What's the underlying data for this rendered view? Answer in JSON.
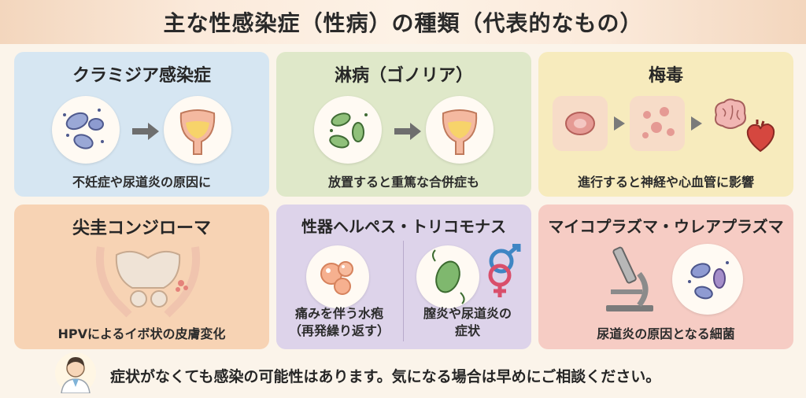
{
  "page": {
    "title": "主な性感染症（性病）の種類（代表的なもの）"
  },
  "cards": [
    {
      "title": "クラミジア感染症",
      "caption": "不妊症や尿道炎の原因に",
      "color": "#d6e6f2"
    },
    {
      "title": "淋病（ゴノリア）",
      "caption": "放置すると重篤な合併症も",
      "color": "#dfe8c9"
    },
    {
      "title": "梅毒",
      "caption": "進行すると神経や心血管に影響",
      "color": "#f7ebbd"
    },
    {
      "title": "尖圭コンジローマ",
      "caption": "HPVによるイボ状の皮膚変化",
      "color": "#f7d3b4"
    },
    {
      "title": "性器ヘルペス・トリコモナス",
      "caption_left_1": "痛みを伴う水疱",
      "caption_left_2": "（再発繰り返す）",
      "caption_right_1": "膣炎や尿道炎の",
      "caption_right_2": "症状",
      "color": "#ddd3ea"
    },
    {
      "title": "マイコプラズマ・ウレアプラズマ",
      "caption": "尿道炎の原因となる細菌",
      "color": "#f6ccc4"
    }
  ],
  "footer": {
    "text": "症状がなくても感染の可能性はあります。気になる場合は早めにご相談ください。"
  },
  "icons": [
    "bacteria-icon",
    "arrow-right-icon",
    "bladder-icon",
    "skin-lesion-icon",
    "brain-icon",
    "heart-icon",
    "pelvis-icon",
    "blister-icon",
    "gender-symbol-icon",
    "microscope-icon",
    "doctor-avatar-icon"
  ]
}
